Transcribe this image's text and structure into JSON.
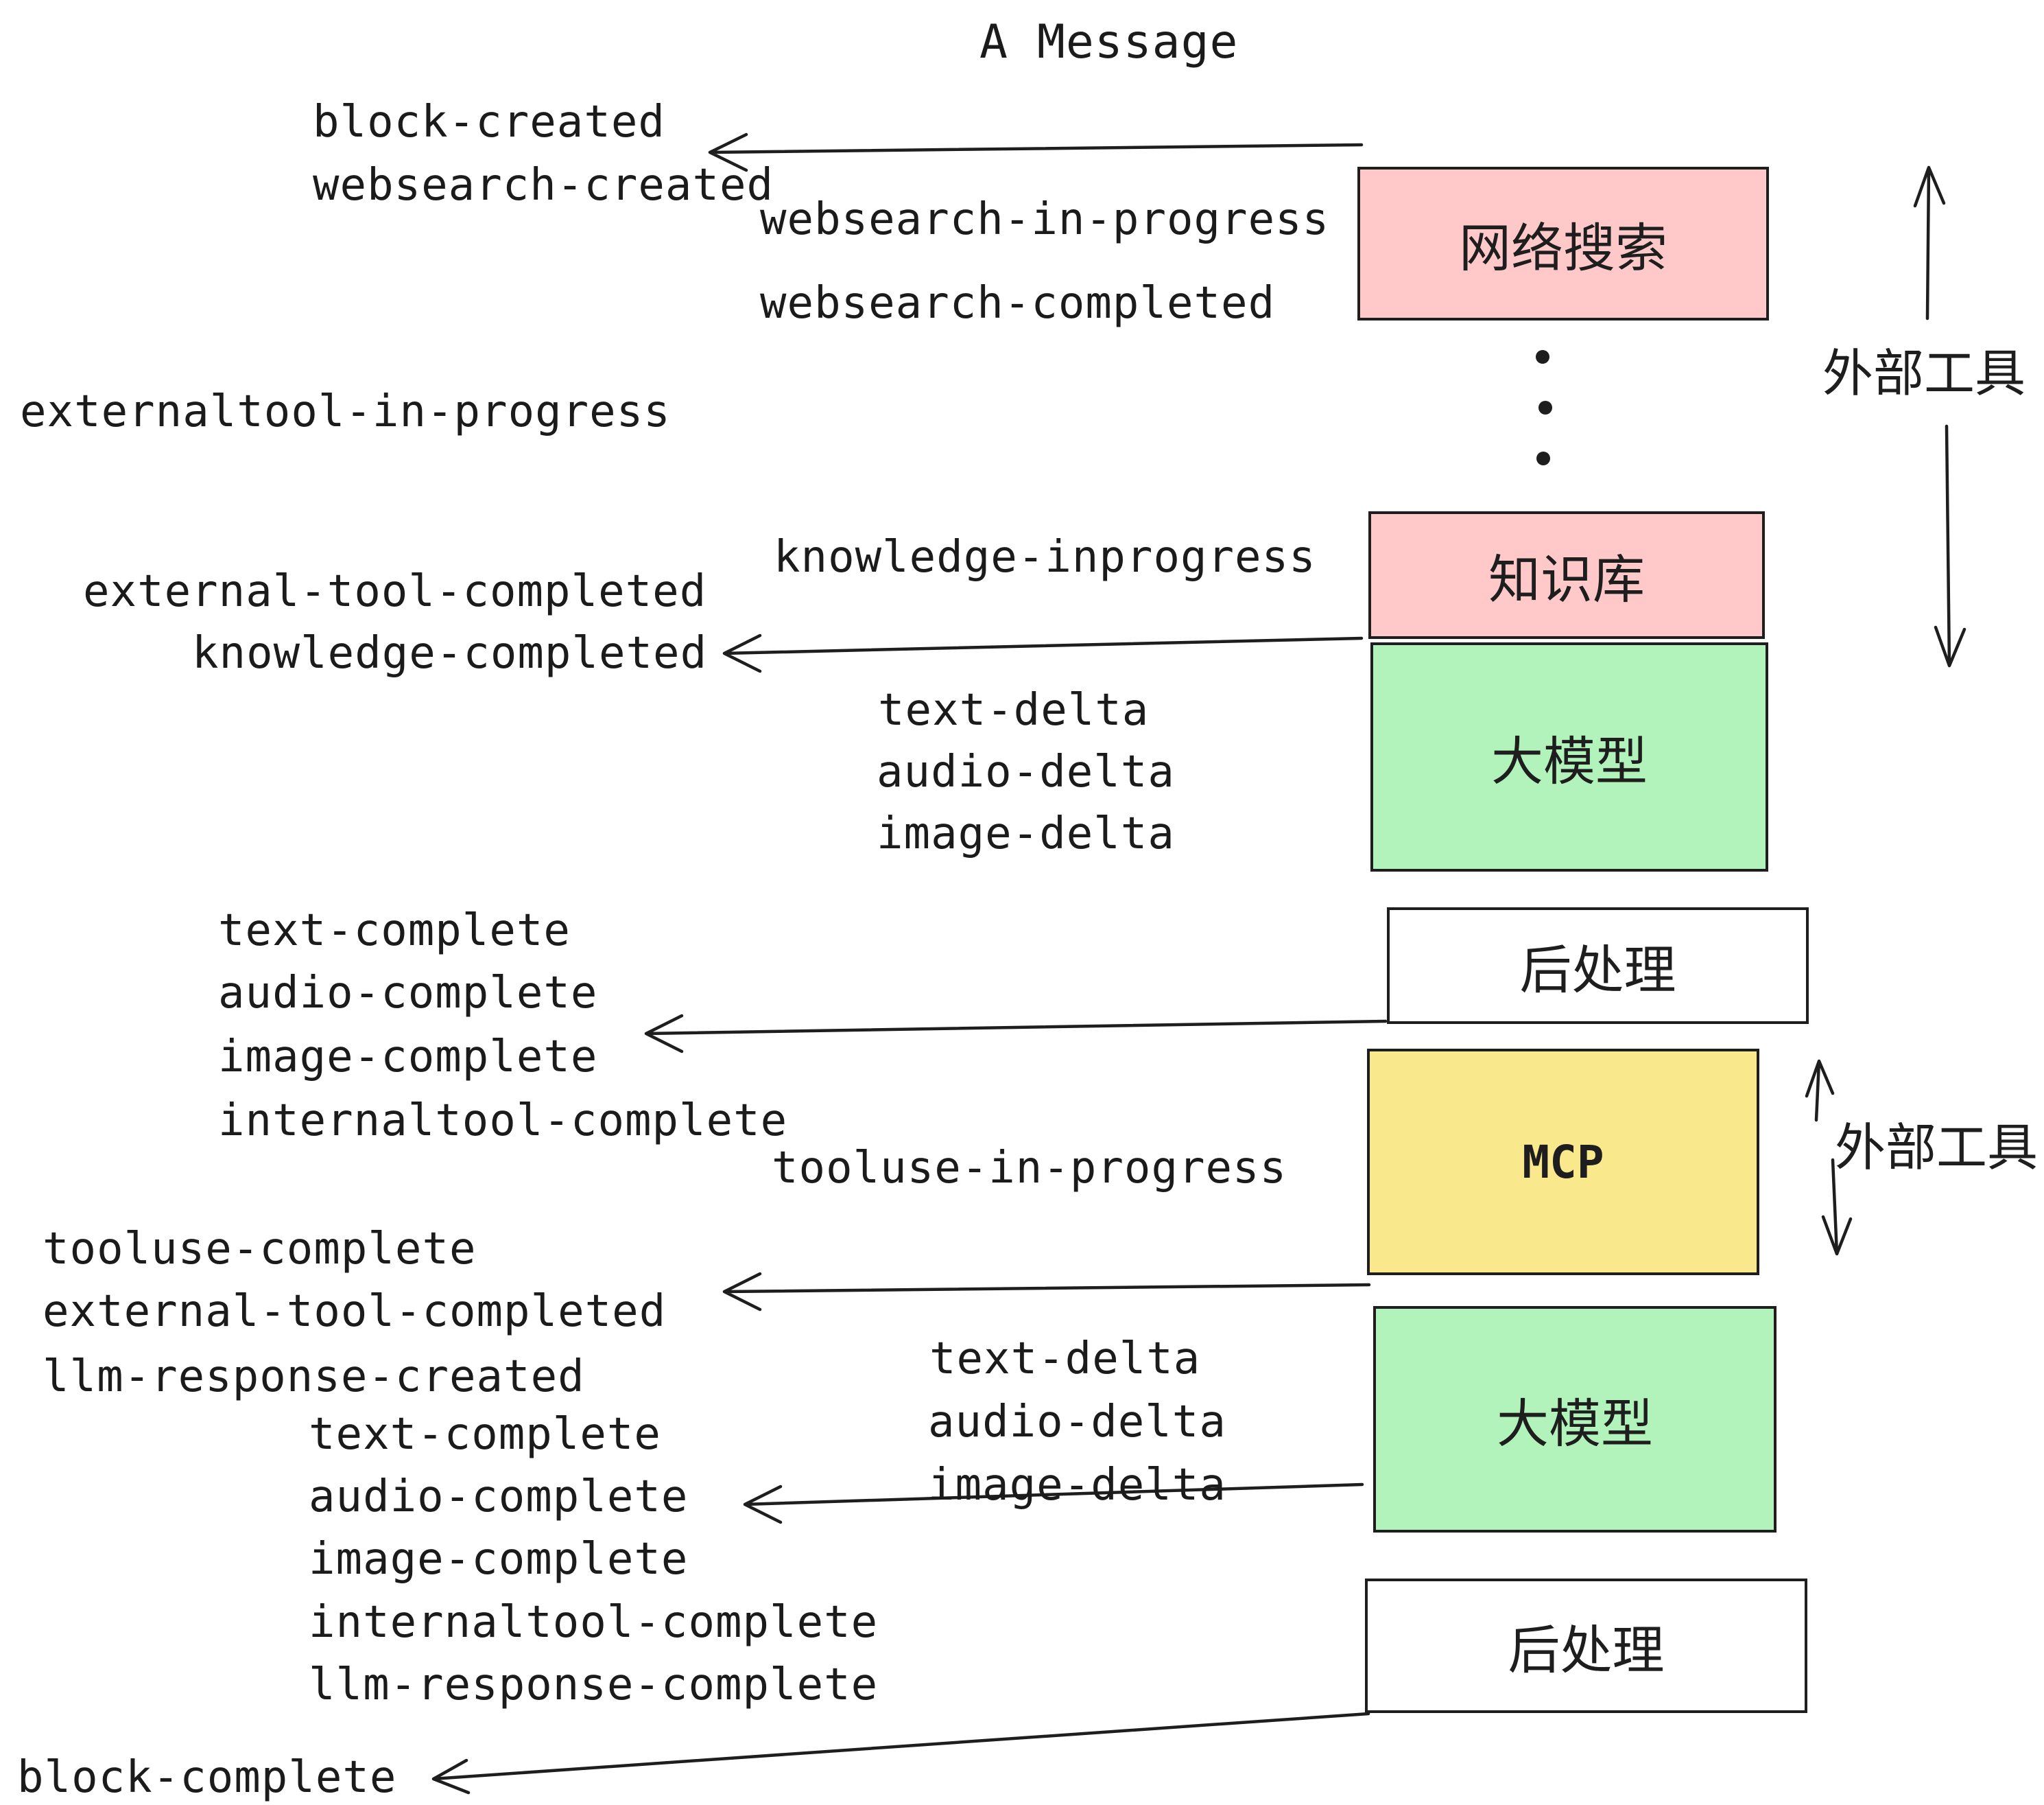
{
  "title": "A Message",
  "events": [
    "block-created",
    "websearch-created",
    "websearch-in-progress",
    "websearch-completed",
    "externaltool-in-progress",
    "knowledge-inprogress",
    "external-tool-completed",
    "knowledge-completed",
    "text-delta",
    "audio-delta",
    "image-delta",
    "text-complete",
    "audio-complete",
    "image-complete",
    "internaltool-complete",
    "tooluse-in-progress",
    "tooluse-complete",
    "external-tool-completed",
    "llm-response-created",
    "text-complete",
    "audio-complete",
    "image-complete",
    "internaltool-complete",
    "llm-response-complete",
    "block-complete"
  ],
  "boxes": [
    {
      "label": "网络搜索",
      "color": "#ffc9c9"
    },
    {
      "label": "知识库",
      "color": "#ffc9c9"
    },
    {
      "label": "大模型",
      "color": "#b2f2bb"
    },
    {
      "label": "后处理",
      "color": "#ffffff"
    },
    {
      "label": "MCP",
      "color": "#fae88d"
    },
    {
      "label": "大模型",
      "color": "#b2f2bb"
    },
    {
      "label": "后处理",
      "color": "#ffffff"
    }
  ],
  "annotations": [
    "外部工具",
    "外部工具"
  ],
  "colors": {
    "ink": "#1e1e1e",
    "pink": "#ffc9c9",
    "green": "#b2f2bb",
    "yellow": "#fae88d",
    "white": "#ffffff"
  }
}
